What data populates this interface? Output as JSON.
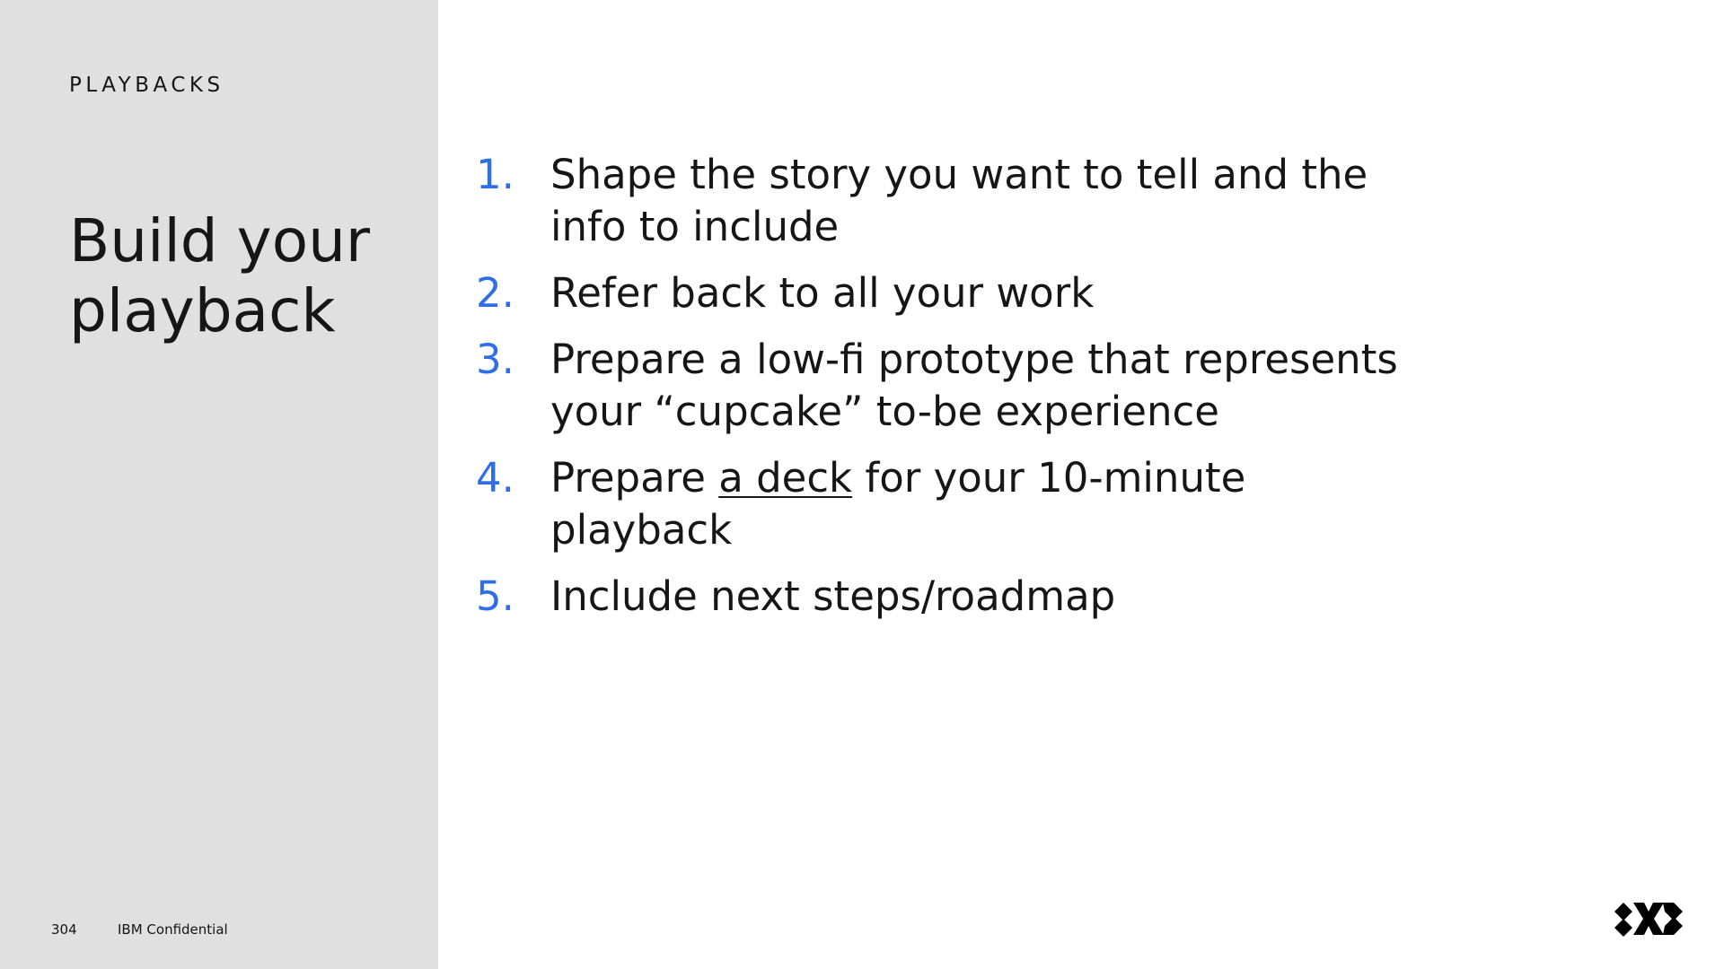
{
  "sidebar": {
    "section_label": "PLAYBACKS",
    "title": "Build your playback",
    "page_number": "304",
    "confidential_label": "IBM Confidential"
  },
  "content": {
    "items": [
      {
        "number": "1.",
        "text": "Shape the story you want to tell and the info to include"
      },
      {
        "number": "2.",
        "text": "Refer back to all your work"
      },
      {
        "number": "3.",
        "text": "Prepare a low-fi prototype that represents your “cupcake” to-be experience"
      },
      {
        "number": "4.",
        "text_before": "Prepare ",
        "link_text": "a deck",
        "text_after": " for your 10-minute playback"
      },
      {
        "number": "5.",
        "text": "Include next steps/roadmap"
      }
    ]
  },
  "branding": {
    "icon": "ibm-design-thinking-icon",
    "accent_color": "#2f6ee6",
    "sidebar_color": "#e0e0e0"
  }
}
